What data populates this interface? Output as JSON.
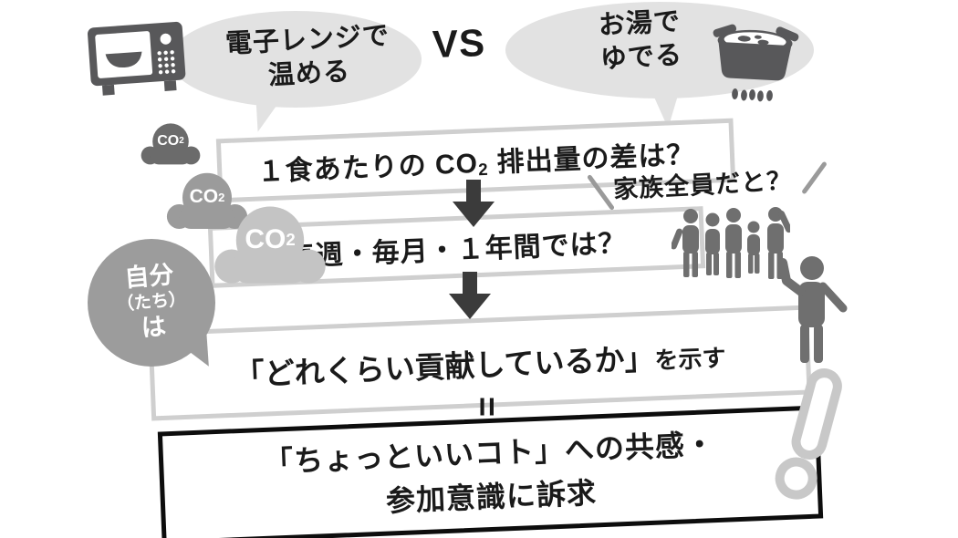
{
  "comparison": {
    "left_bubble": {
      "line1": "電子レンジで",
      "line2": "温める"
    },
    "vs_label": "VS",
    "right_bubble": {
      "line1": "お湯で",
      "line2": "ゆでる"
    }
  },
  "co2": {
    "co": "CO",
    "sub": "2"
  },
  "flow": {
    "step1": {
      "pre": "１食あたりの ",
      "co": "CO",
      "sub": "2",
      "post": " 排出量の差は？"
    },
    "family_question": "家族全員だと？",
    "step2": "毎週・毎月・１年間では？",
    "self_bubble": {
      "line1": "自分",
      "line2": "（たち）",
      "line3": "は"
    },
    "step3": {
      "main": "「どれくらい貢献しているか」",
      "suffix": "を示す"
    },
    "equals_symbol": "=",
    "result": {
      "line1": "「ちょっといいコト」への共感・",
      "line2": "参加意識に訴求"
    }
  },
  "icons": {
    "microwave": "microwave-icon",
    "pot": "boiling-pot-icon",
    "co2_cloud": "co2-cloud-icon",
    "family": "family-group-icon",
    "person": "person-raising-hand-icon",
    "down_arrow": "down-arrow-icon",
    "exclamation": "exclamation-icon"
  },
  "colors": {
    "speech_bubble": "#e2e2e2",
    "co2_dark": "#6b6b6b",
    "co2_mid": "#9b9b9b",
    "co2_light": "#c4c4c4",
    "self_bubble": "#9c9c9c",
    "box_border": "#cfcfcf",
    "result_border": "#0d0d0d",
    "arrow": "#3b3b3b",
    "appliance_icon": "#58585a",
    "silhouette": "#6f6f6f",
    "exclamation_outline": "#c8c8c8",
    "text": "#1a1a1a"
  }
}
